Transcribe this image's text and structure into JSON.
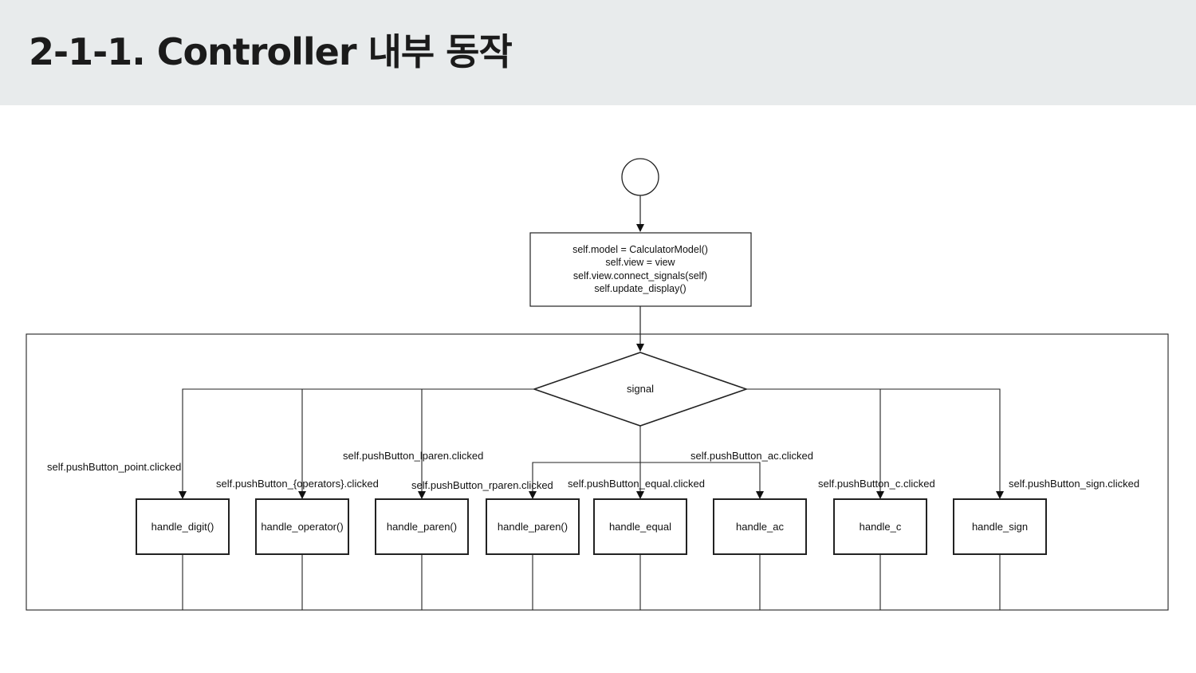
{
  "title": "2-1-1. Controller 내부 동작",
  "init_box": {
    "lines": [
      "self.model = CalculatorModel()",
      "self.view = view",
      "self.view.connect_signals(self)",
      "self.update_display()"
    ]
  },
  "decision": "signal",
  "handlers": [
    "handle_digit()",
    "handle_operator()",
    "handle_paren()",
    "handle_paren()",
    "handle_equal",
    "handle_ac",
    "handle_c",
    "handle_sign"
  ],
  "edge_labels": {
    "point": "self.pushButton_point.clicked",
    "operators": "self.pushButton_{operators}.clicked",
    "lparen": "self.pushButton_lparen.clicked",
    "rparen": "self.pushButton_rparen.clicked",
    "equal": "self.pushButton_equal.clicked",
    "ac": "self.pushButton_ac.clicked",
    "c": "self.pushButton_c.clicked",
    "sign": "self.pushButton_sign.clicked"
  }
}
